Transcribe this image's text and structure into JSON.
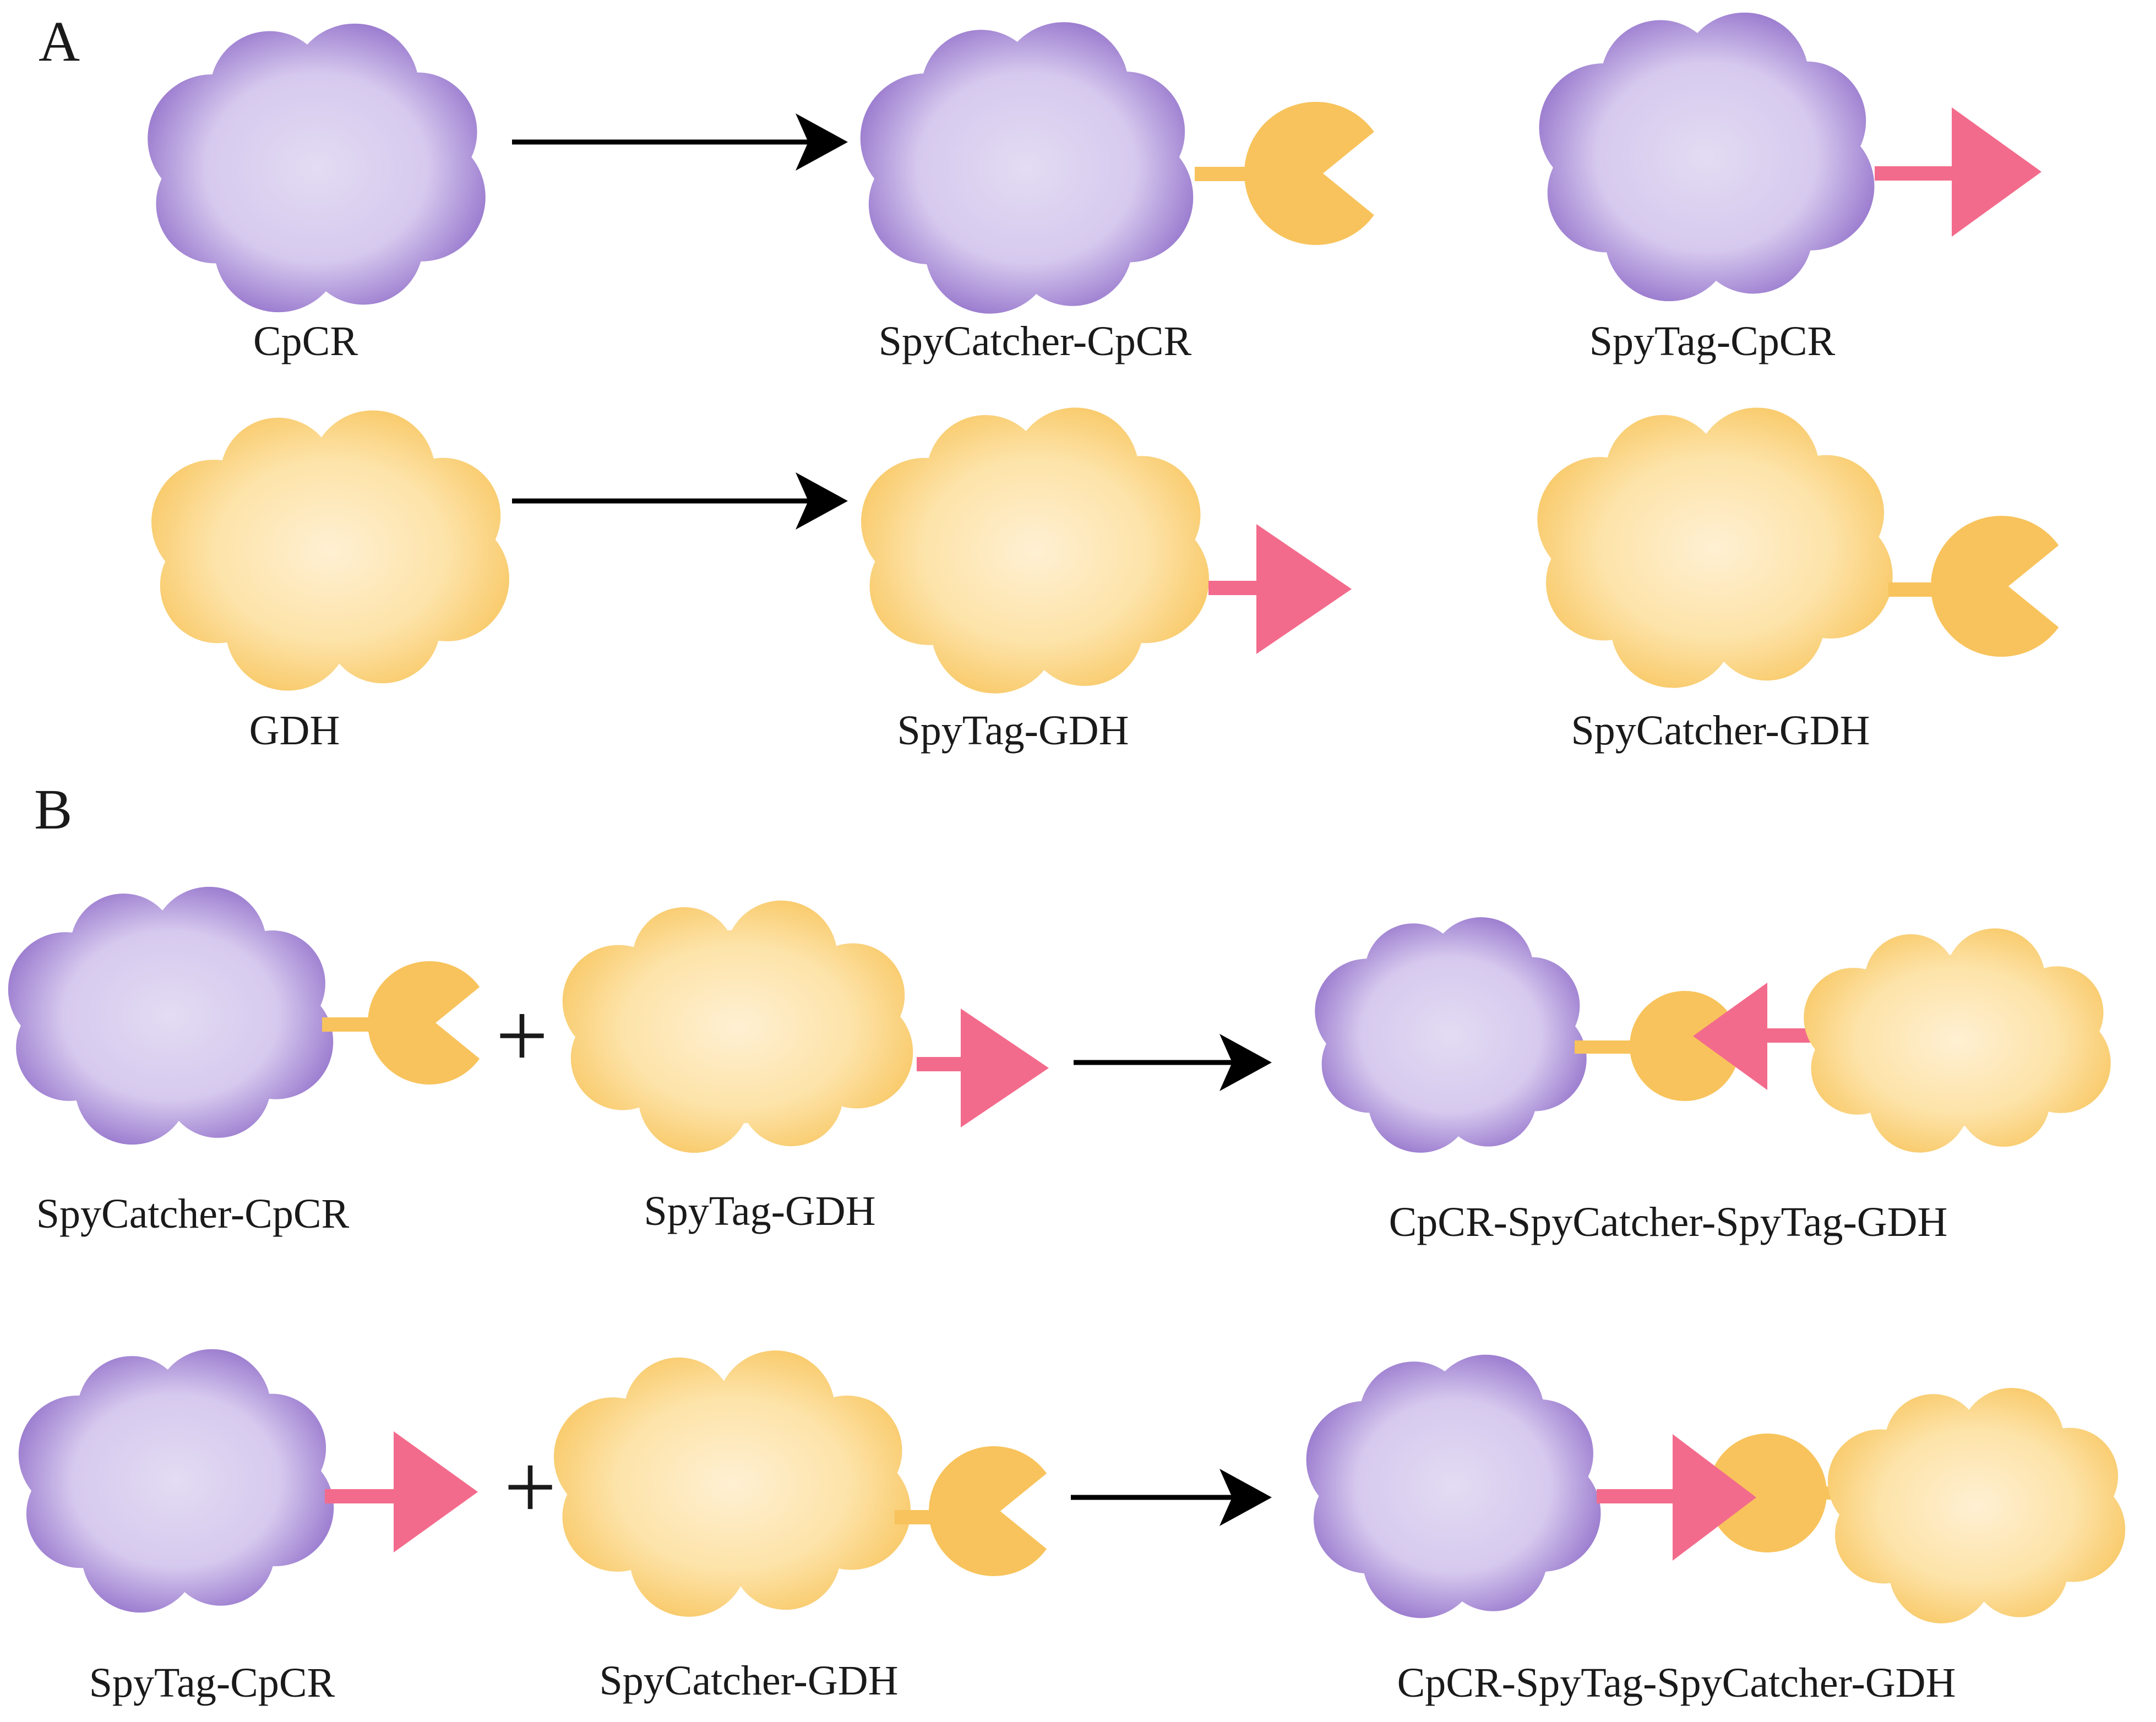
{
  "colors": {
    "cpcr_edge": "#8660c4",
    "cpcr_center": "#e3dcf3",
    "gdh_edge": "#f7c257",
    "gdh_center": "#fff0d3",
    "spycatcher": "#f8c35c",
    "spytag": "#f36b8c",
    "arrow": "#000000"
  },
  "panels": {
    "a": "A",
    "b": "B"
  },
  "symbols": {
    "plus": "+"
  },
  "labels": {
    "cpcr": "CpCR",
    "spycatcher_cpcr": "SpyCatcher-CpCR",
    "spytag_cpcr": "SpyTag-CpCR",
    "gdh": "GDH",
    "spytag_gdh": "SpyTag-GDH",
    "spycatcher_gdh": "SpyCatcher-GDH",
    "b_spycatcher_cpcr": "SpyCatcher-CpCR",
    "b_spytag_gdh": "SpyTag-GDH",
    "b_product1": "CpCR-SpyCatcher-SpyTag-GDH",
    "b_spytag_cpcr": "SpyTag-CpCR",
    "b_spycatcher_gdh": "SpyCatcher-GDH",
    "b_product2": "CpCR-SpyTag-SpyCatcher-GDH"
  }
}
